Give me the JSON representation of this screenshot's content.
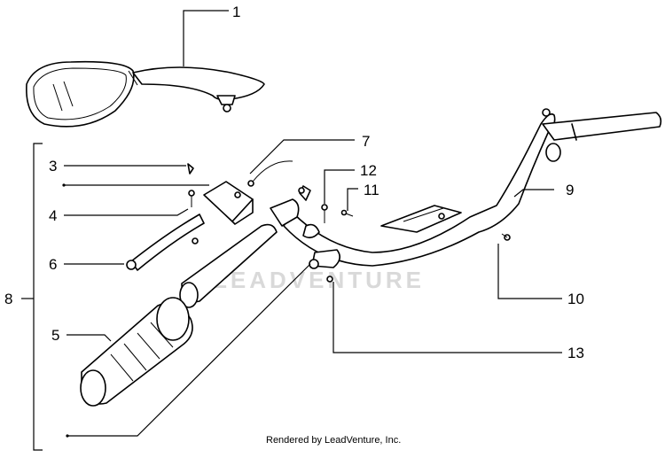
{
  "diagram": {
    "callouts": [
      {
        "id": "c1",
        "label": "1"
      },
      {
        "id": "c3",
        "label": "3"
      },
      {
        "id": "c4",
        "label": "4"
      },
      {
        "id": "c5",
        "label": "5"
      },
      {
        "id": "c6",
        "label": "6"
      },
      {
        "id": "c7",
        "label": "7"
      },
      {
        "id": "c8",
        "label": "8"
      },
      {
        "id": "c9",
        "label": "9"
      },
      {
        "id": "c10",
        "label": "10"
      },
      {
        "id": "c11",
        "label": "11"
      },
      {
        "id": "c12",
        "label": "12"
      },
      {
        "id": "c13",
        "label": "13"
      }
    ],
    "watermark": "LEADVENTURE",
    "credit": "Rendered by LeadVenture, Inc."
  }
}
